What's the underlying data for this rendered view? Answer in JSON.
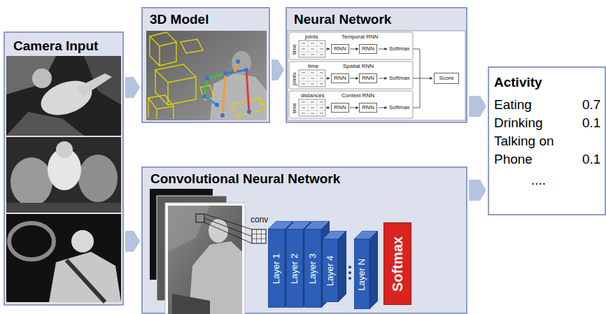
{
  "diagram": {
    "nodes": [
      {
        "text": [
          "Camera Input"
        ]
      },
      {
        "text": [
          "3D Model"
        ]
      },
      {
        "text": [
          "Neural Network"
        ]
      },
      {
        "text": [
          "RNN"
        ],
        "in": 2
      },
      {
        "text": [
          "RNN"
        ],
        "in": 2
      },
      {
        "text": [
          "RNN"
        ],
        "in": 2
      },
      {
        "text": [
          "RNN"
        ],
        "in": 2
      },
      {
        "text": [
          "RNN"
        ],
        "in": 2
      },
      {
        "text": [
          "RNN"
        ],
        "in": 2
      },
      {
        "text": [
          "Score"
        ],
        "in": 2
      },
      {
        "text": [
          "Activity",
          "Eating",
          "0.7",
          "Drinking",
          "0.1",
          "Talking on Phone",
          "0.1",
          "...."
        ]
      },
      {
        "text": [
          "Convolutional Neural Network"
        ]
      },
      {
        "text": [
          "Layer 1"
        ],
        "in": 11
      },
      {
        "text": [
          "Layer 2"
        ],
        "in": 11
      },
      {
        "text": [
          "Layer 3"
        ],
        "in": 11
      },
      {
        "text": [
          "Layer 4"
        ],
        "in": 11
      },
      {
        "text": [
          "Layer N"
        ],
        "in": 11
      },
      {
        "text": [
          "Softmax"
        ],
        "in": 11
      }
    ],
    "edges": [
      {
        "from": 0,
        "to": 1,
        "arrow": "to"
      },
      {
        "from": 1,
        "to": 2,
        "arrow": "to"
      },
      {
        "from": 3,
        "to": 4,
        "arrow": "to"
      },
      {
        "from": 5,
        "to": 6,
        "arrow": "to"
      },
      {
        "from": 7,
        "to": 8,
        "arrow": "to"
      },
      {
        "from": 2,
        "to": 10,
        "arrow": "to"
      },
      {
        "from": 0,
        "to": 11,
        "arrow": "to"
      },
      {
        "from": 11,
        "to": 10,
        "arrow": "to"
      }
    ],
    "labels": [
      "joints",
      "time",
      "Temporal RNN",
      "Softmax",
      "time",
      "joints",
      "Spatial RNN",
      "Softmax",
      "distances",
      "time",
      "Context RNN",
      "Softmax",
      "conv"
    ]
  }
}
